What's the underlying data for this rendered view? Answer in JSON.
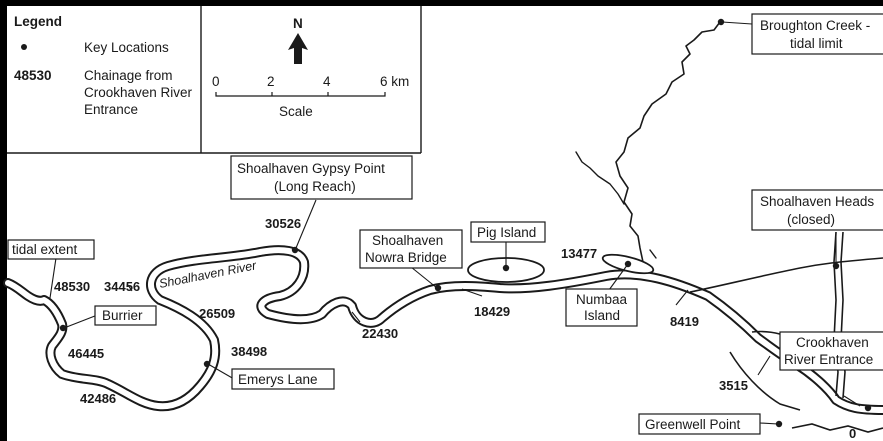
{
  "legend": {
    "title": "Legend",
    "key_locations_label": "Key Locations",
    "chainage_code": "48530",
    "chainage_line1": "Chainage from",
    "chainage_line2": "Crookhaven River",
    "chainage_line3": "Entrance"
  },
  "north": {
    "label": "N"
  },
  "scale": {
    "ticks": [
      "0",
      "2",
      "4",
      "6 km"
    ],
    "label": "Scale"
  },
  "river": {
    "name": "Shoalhaven River"
  },
  "places": {
    "broughton_line1": "Broughton Creek -",
    "broughton_line2": "tidal limit",
    "gypsy_line1": "Shoalhaven Gypsy Point",
    "gypsy_line2": "(Long Reach)",
    "nowra_line1": "Shoalhaven",
    "nowra_line2": "Nowra Bridge",
    "pig_island": "Pig Island",
    "heads_line1": "Shoalhaven Heads",
    "heads_line2": "(closed)",
    "tidal_extent": "tidal extent",
    "burrier": "Burrier",
    "numbaa_line1": "Numbaa",
    "numbaa_line2": "Island",
    "emerys_lane": "Emerys Lane",
    "crookhaven_line1": "Crookhaven",
    "crookhaven_line2": "River Entrance",
    "greenwell_point": "Greenwell Point"
  },
  "chainages": {
    "c30526": "30526",
    "c13477": "13477",
    "c48530": "48530",
    "c34456": "34456",
    "c26509": "26509",
    "c22430": "22430",
    "c18429": "18429",
    "c8419": "8419",
    "c46445": "46445",
    "c38498": "38498",
    "c42486": "42486",
    "c3515": "3515",
    "c0": "0"
  },
  "colors": {
    "ink": "#1a1a1a",
    "water": "#ffffff",
    "border": "#000000"
  }
}
